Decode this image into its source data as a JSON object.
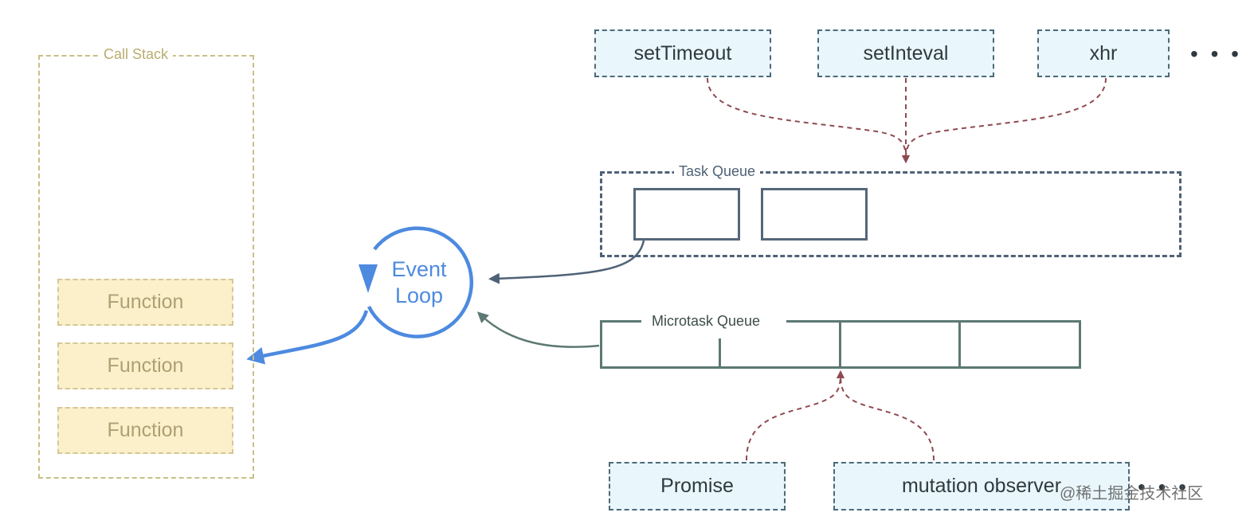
{
  "call_stack": {
    "title": "Call Stack",
    "functions": [
      "Function",
      "Function",
      "Function"
    ]
  },
  "event_loop": {
    "label_line1": "Event",
    "label_line2": "Loop"
  },
  "web_apis": {
    "items": [
      "setTimeout",
      "setInteval",
      "xhr"
    ],
    "more": "• • •"
  },
  "task_queue": {
    "title": "Task Queue"
  },
  "microtask_queue": {
    "title": "Microtask Queue"
  },
  "microtask_sources": {
    "items": [
      "Promise",
      "mutation observer"
    ],
    "more": "• • •"
  },
  "watermark": "@稀土掘金技术社区",
  "colors": {
    "call_stack": "#c9bf86",
    "function_fill": "#fbf0c9",
    "event_loop": "#4d8ae0",
    "api_fill": "#e9f6fb",
    "task_queue": "#4e6277",
    "microtask_queue": "#5d7973",
    "dashed_arrow": "#8e4a50"
  }
}
